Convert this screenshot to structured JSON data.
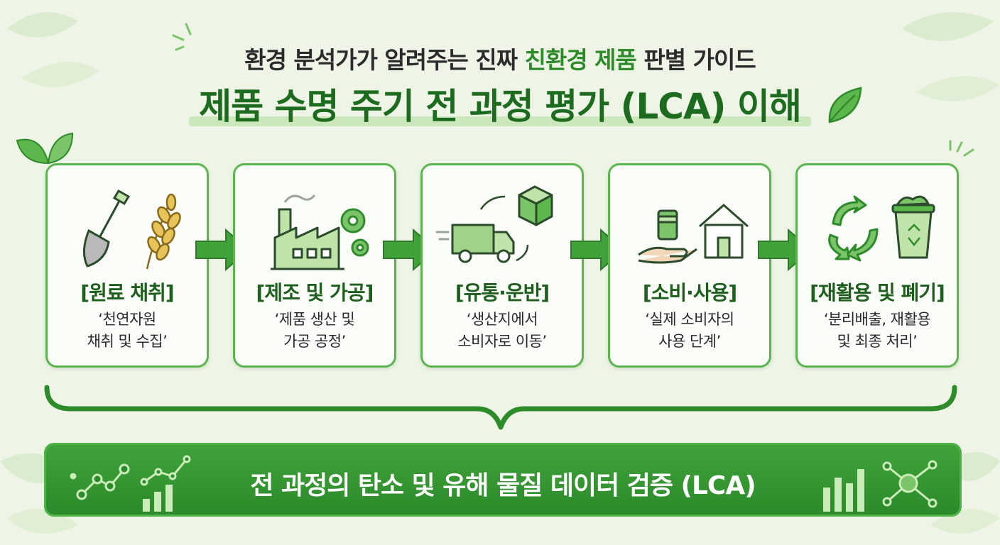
{
  "header": {
    "subtitle_prefix": "환경 분석가가 알려주는 진짜",
    "subtitle_highlight": "친환경 제품",
    "subtitle_suffix": "판별 가이드",
    "title": "제품 수명 주기 전 과정 평가 (LCA) 이해"
  },
  "stages": [
    {
      "title": "[원료 채취]",
      "desc": "‘천연자원\n채취 및 수집’",
      "icon": "shovel-wheat-icon"
    },
    {
      "title": "[제조 및 가공]",
      "desc": "‘제품 생산 및\n가공 공정’",
      "icon": "factory-gear-icon"
    },
    {
      "title": "[유통·운반]",
      "desc": "‘생산지에서\n소비자로 이동’",
      "icon": "truck-box-icon"
    },
    {
      "title": "[소비·사용]",
      "desc": "‘실제 소비자의\n사용 단계’",
      "icon": "hand-house-icon"
    },
    {
      "title": "[재활용 및 폐기]",
      "desc": "‘분리배출, 재활용\n및 최종 처리’",
      "icon": "recycle-bin-icon"
    }
  ],
  "banner": {
    "text": "전 과정의 탄소 및 유해 물질 데이터 검증 (LCA)"
  },
  "colors": {
    "primary_green": "#2e8b2a",
    "dark_green": "#1c6b1f",
    "border_green": "#5db552",
    "background": "#eef5e6"
  }
}
